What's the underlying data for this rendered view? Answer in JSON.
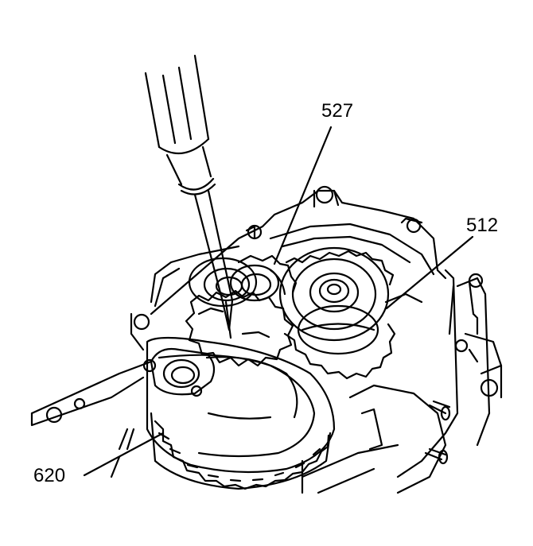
{
  "diagram": {
    "callouts": [
      {
        "id": "527",
        "text": "527"
      },
      {
        "id": "512",
        "text": "512"
      },
      {
        "id": "620",
        "text": "620"
      }
    ],
    "colors": {
      "line": "#000000",
      "background": "#ffffff"
    },
    "parts": [
      "screwdriver",
      "transmission-housing",
      "drive-gear",
      "intermediate-gear",
      "output-gear",
      "bearing-retainer"
    ]
  }
}
